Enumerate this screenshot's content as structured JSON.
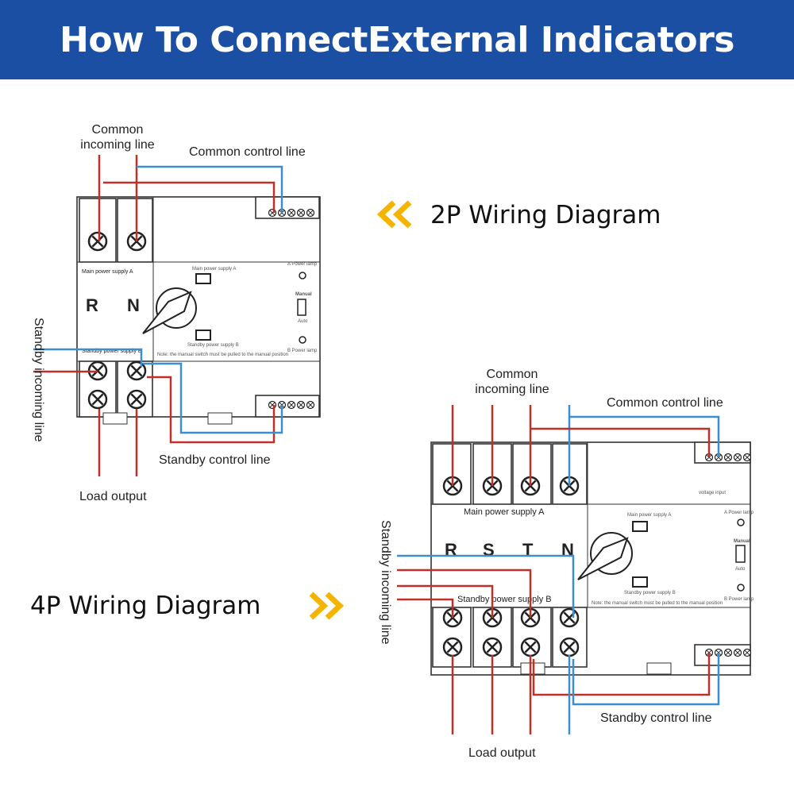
{
  "header": {
    "title": "How To ConnectExternal Indicators"
  },
  "diagram_2p": {
    "title": "2P Wiring Diagram",
    "common_incoming_line_1": "Common",
    "common_incoming_line_2": "incoming line",
    "common_control_line": "Common control line",
    "standby_incoming_line": "Standby incoming line",
    "standby_control_line": "Standby control line",
    "load_output": "Load output",
    "phase_labels": [
      "R",
      "N"
    ],
    "main_power_supply": "Main power supply A",
    "standby_power_supply": "Standby power supply B",
    "main_power_button": "Main power supply A",
    "standby_power_button": "Standby power supply B",
    "a_power_lamp": "A Power lamp",
    "b_power_lamp": "B Power lamp",
    "manual": "Manual",
    "auto": "Auto",
    "note": "Note: the manual switch must be pulled to the manual position"
  },
  "diagram_4p": {
    "title": "4P Wiring Diagram",
    "common_incoming_line_1": "Common",
    "common_incoming_line_2": "incoming line",
    "common_control_line": "Common control line",
    "standby_incoming_line": "Standby incoming line",
    "standby_control_line": "Standby control line",
    "load_output": "Load output",
    "phase_labels": [
      "R",
      "S",
      "T",
      "N"
    ],
    "main_power_supply": "Main power supply A",
    "standby_power_supply": "Standby power supply B",
    "main_power_button": "Main power supply A",
    "standby_power_button": "Standby power supply B",
    "a_power_lamp": "A Power lamp",
    "b_power_lamp": "B Power lamp",
    "manual": "Manual",
    "auto": "Auto",
    "voltage_input": "voltage input",
    "note": "Note: the manual switch must be pulled to the manual position"
  },
  "colors": {
    "banner": "#1a4fa3",
    "arrow": "#f5b400",
    "live_wire": "#c0302a",
    "neutral_wire": "#3b8ed0"
  }
}
